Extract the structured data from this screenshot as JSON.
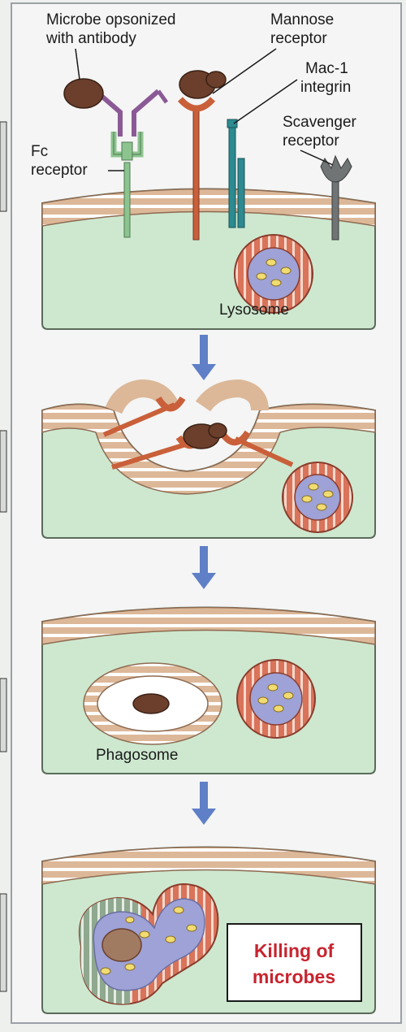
{
  "labels": {
    "microbe_line1": "Microbe opsonized",
    "microbe_line2": "with antibody",
    "mannose_line1": "Mannose",
    "mannose_line2": "receptor",
    "mac1_line1": "Mac-1",
    "mac1_line2": "integrin",
    "scavenger_line1": "Scavenger",
    "scavenger_line2": "receptor",
    "fc_line1": "Fc",
    "fc_line2": "receptor",
    "lysosome": "Lysosome",
    "phagosome": "Phagosome",
    "killing_line1": "Killing of",
    "killing_line2": "microbes"
  },
  "colors": {
    "cytoplasm": "#cde8cf",
    "membrane": "#dcb899",
    "membrane_stripe": "#ffffff",
    "lysosome_ring": "#d9735a",
    "lysosome_core": "#9ea2d6",
    "granule": "#f1dc72",
    "microbe": "#6b3f2b",
    "mannose_receptor": "#c9603a",
    "mac1_integrin": "#2d8a91",
    "scavenger_receptor": "#707474",
    "fc_receptor": "#8cc48f",
    "antibody": "#8b5a96",
    "arrow": "#5f7fc7",
    "killing_text": "#c8242f"
  }
}
